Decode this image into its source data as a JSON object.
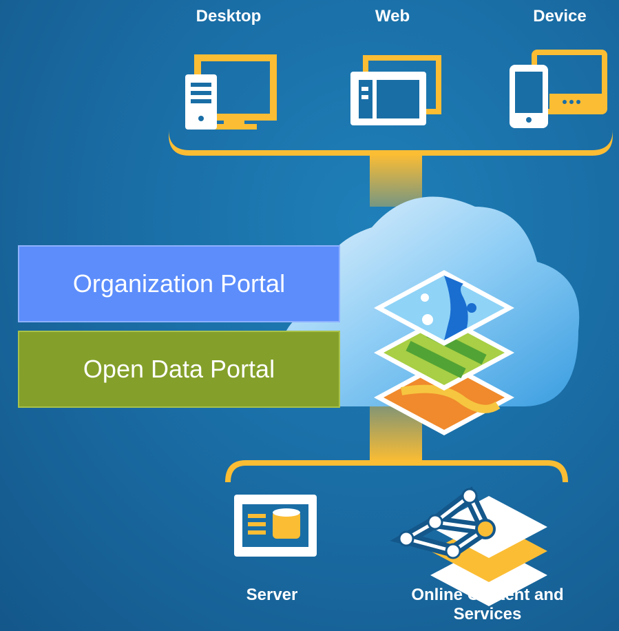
{
  "clients": {
    "desktop": "Desktop",
    "web": "Web",
    "device": "Device"
  },
  "portals": {
    "organization": "Organization Portal",
    "open_data": "Open Data Portal"
  },
  "backends": {
    "server": "Server",
    "online": "Online Content and Services"
  },
  "colors": {
    "accent_yellow": "#fbbd34",
    "organization_portal": "#5c8dfb",
    "open_data_portal": "#84a02a",
    "background": "#1a6ea6"
  },
  "icons": [
    "desktop-icon",
    "web-icon",
    "device-icon",
    "cloud-icon",
    "map-layers-icon",
    "server-icon",
    "online-content-icon"
  ]
}
